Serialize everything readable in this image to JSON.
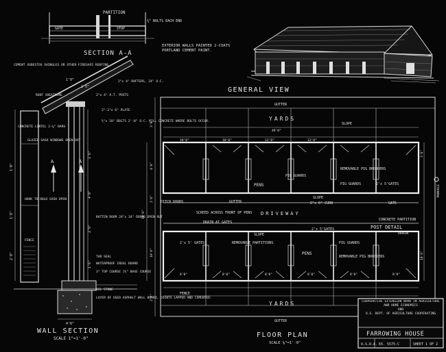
{
  "section_aa": {
    "title": "SECTION A-A",
    "partition": "PARTITION",
    "gate_label": "GATE",
    "stop_label": "STOP",
    "bolts_label": "¾\" BOLTS EACH END",
    "walls_note": "EXTERIOR WALLS PAINTED 2-COATS PORTLAND CEMENT PAINT."
  },
  "general_view": {
    "title": "GENERAL VIEW"
  },
  "wall_section": {
    "title": "WALL SECTION",
    "scale": "SCALE 1\"=1'-0\"",
    "labels": [
      "CEMENT ASBESTOS SHINGLES OR OTHER FIRESAFE ROOFING",
      "2\"x 4\" RAFTERS, 24\" O.C.",
      "ROOF SHEATHING",
      "2\"x 4\" A.T. POSTS",
      "2\"-2\"x 6\" PLATE",
      "CONCRETE LINTEL 2-⅜\" BARS",
      "½\"x 10\" BOLTS 2'-0\" O.C. FILL CONCRETE WHERE BOLTS OCCUR.",
      "GLAZED SASH WINDOWS OPEN OUT",
      "HOOK TO HOLD SASH OPEN",
      "BATTEN DOOR 24\"x 34\" DOORS OPEN OUT",
      "FENCE",
      "TAR SEAL",
      "WATERPROOF INSUL BOARD",
      "3\" TOP COURSE 1½\" BASE COURSE",
      "OIL STONE",
      "LAYER OF USED ASPHALT WALL BOARD, JOINTS LAPPED AND CEMENTED."
    ],
    "dims": [
      "1'6\"",
      "4'0\"",
      "2'9\"",
      "1'6\"",
      "1'0\"",
      "1'8\"",
      "2'0\"",
      "1'5\"",
      "1'9\"",
      "4'6\""
    ]
  },
  "floor_plan": {
    "title": "FLOOR PLAN",
    "scale": "SCALE ⅛\"=1'-0\"",
    "labels": [
      "GUTTER",
      "YARDS",
      "PENS",
      "REMOVABLE PIG BROODERS",
      "PIG GUARDS",
      "PIG GUARDS",
      "6\"x 6\" CURB",
      "2'x 5'GATES",
      "2'x 5'GATES",
      "DRIVEWAY",
      "SLOPE",
      "SLOPE",
      "SCREED ACROSS FRONT OF PENS",
      "DRAIN AT GATES",
      "GUTTER",
      "CONCRETE PARTITION",
      "POST DETAIL",
      "REMOVABLE PARTITIONS",
      "PENS",
      "REMOVABLE PIG BROODERS",
      "PIG GUARDS",
      "2'x 5' GATES",
      "YARDS",
      "FENCE",
      "GUTTER",
      "MANHOLE",
      "DRAIN",
      "DITCH DOORS",
      "GATE",
      "SLOPE"
    ],
    "dims": [
      "49'0\"",
      "8'0\"",
      "8'0\"",
      "8'0\"",
      "8'0\"",
      "8'0\"",
      "8'0\"",
      "10'0\"",
      "10'0\"",
      "12'0\"",
      "12'0\"",
      "3'9\"",
      "4'0\"",
      "2'6\"",
      "10'0\"",
      "2'6\"",
      "18'0\"",
      "3'6\"",
      "10'0\""
    ]
  },
  "title_block": {
    "line1": "COOPERATIVE EXTENSION WORK IN AGRICULTURE AND HOME ECONOMICS",
    "line2": "AND",
    "line3": "U.S. DEPT. OF AGRICULTURE COOPERATING",
    "name": "FARROWING HOUSE",
    "line5": "U.S.D.A.",
    "plan_no": "EX. 5575-C",
    "sheet": "SHEET 1 OF 2"
  },
  "colors": {
    "background": "#060606",
    "lines": "#dcdcdc"
  }
}
